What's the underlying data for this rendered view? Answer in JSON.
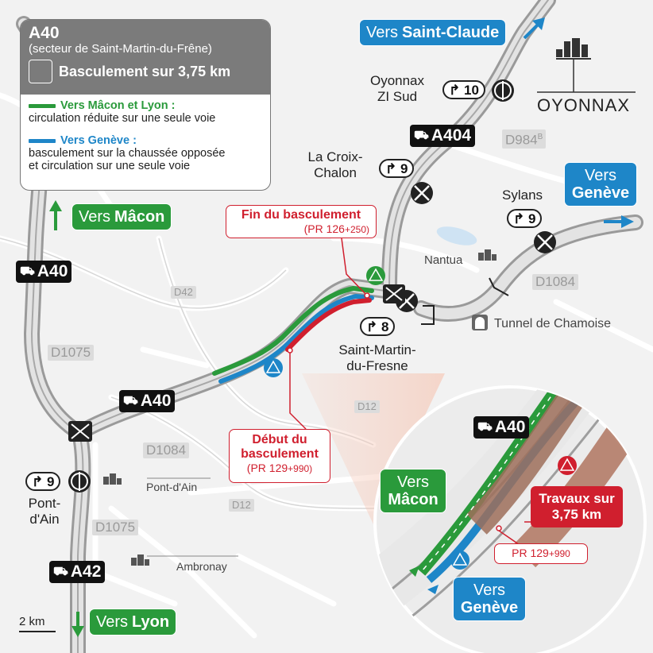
{
  "legend": {
    "title": "A40",
    "subtitle": "(secteur de Saint-Martin-du-Frêne)",
    "headline": "Basculement sur 3,75 km",
    "green_label": "Vers Mâcon et Lyon :",
    "green_text": "circulation réduite sur une seule voie",
    "blue_label": "Vers Genève :",
    "blue_text_1": "basculement sur la chaussée opposée",
    "blue_text_2": "et circulation sur une seule voie"
  },
  "colors": {
    "green": "#2a9a3b",
    "blue": "#1e86c8",
    "red": "#d01f2e",
    "road": "#b7b7b7"
  },
  "directions": {
    "saint_claude": {
      "prefix": "Vers",
      "name": "Saint-Claude"
    },
    "macon": {
      "prefix": "Vers",
      "name": "Mâcon"
    },
    "geneve": {
      "prefix": "Vers",
      "name": "Genève"
    },
    "lyon": {
      "prefix": "Vers",
      "name": "Lyon"
    },
    "inset_macon": {
      "prefix": "Vers",
      "name": "Mâcon"
    },
    "inset_geneve": {
      "prefix": "Vers",
      "name": "Genève"
    }
  },
  "highways": {
    "a40_west": "A40",
    "a40_center": "A40",
    "a404": "A404",
    "a42": "A42",
    "a40_inset": "A40"
  },
  "roads": {
    "d984b": "D984",
    "d984b_sup": "B",
    "d1084_east": "D1084",
    "d42": "D42",
    "d1075_north": "D1075",
    "d1084_west": "D1084",
    "d12_north": "D12",
    "d12_south": "D12",
    "d1075_south": "D1075"
  },
  "exits": {
    "oyonnax": "10",
    "la_croix": "9",
    "sylans": "9",
    "saint_martin": "8",
    "pont_d_ain": "9"
  },
  "places": {
    "oyonnax_1": "Oyonnax",
    "oyonnax_2": "ZI Sud",
    "la_croix_1": "La Croix-",
    "la_croix_2": "Chalon",
    "sylans": "Sylans",
    "nantua": "Nantua",
    "tunnel": "Tunnel de Chamoise",
    "saint_martin_1": "Saint-Martin-",
    "saint_martin_2": "du-Fresne",
    "pont_d_ain_1": "Pont-",
    "pont_d_ain_2": "d'Ain",
    "pont_d_ain_small": "Pont-d'Ain",
    "ambronay": "Ambronay",
    "oyonnax_city": "OYONNAX"
  },
  "callouts": {
    "fin_title": "Fin du basculement",
    "fin_pr": "(PR 126",
    "fin_pr_plus": "+250)",
    "debut_title_1": "Début du",
    "debut_title_2": "basculement",
    "debut_pr": "(PR 129",
    "debut_pr_plus": "+990)",
    "inset_pr": "PR 129",
    "inset_pr_plus": "+990",
    "works_1": "Travaux sur",
    "works_2": "3,75 km"
  },
  "scale": "2 km",
  "icons": [
    "highway-pictogram-icon",
    "exit-arrow-icon",
    "interchange-icon",
    "no-access-icon",
    "roadworks-warning-icon",
    "building-icon",
    "tunnel-icon",
    "direction-arrow-icon"
  ]
}
